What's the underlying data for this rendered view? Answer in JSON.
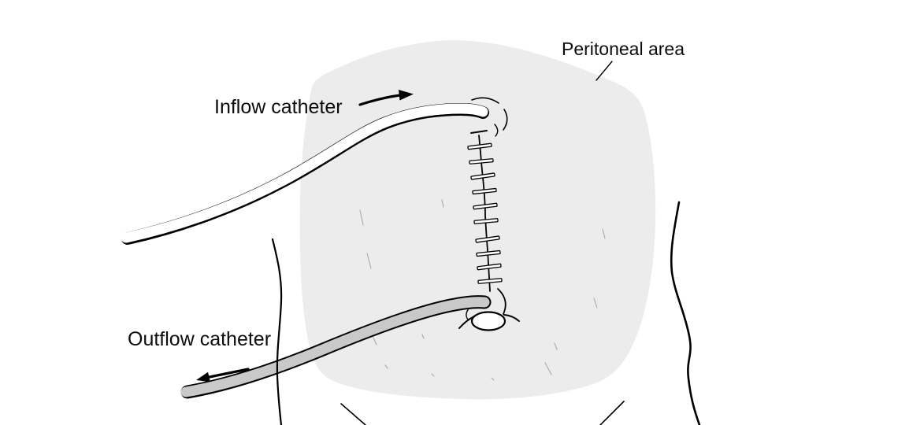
{
  "labels": {
    "inflow_catheter": "Inflow catheter",
    "outflow_catheter": "Outflow catheter",
    "peritoneal_area": "Peritoneal area"
  },
  "icons": {
    "inflow_arrow": "arrow-right",
    "outflow_arrow": "arrow-left"
  },
  "colors": {
    "background": "#ffffff",
    "peritoneal_area_fill": "#ececec",
    "inflow_catheter_fill": "#ffffff",
    "outflow_catheter_fill": "#c9c9c9",
    "outline": "#000000"
  }
}
